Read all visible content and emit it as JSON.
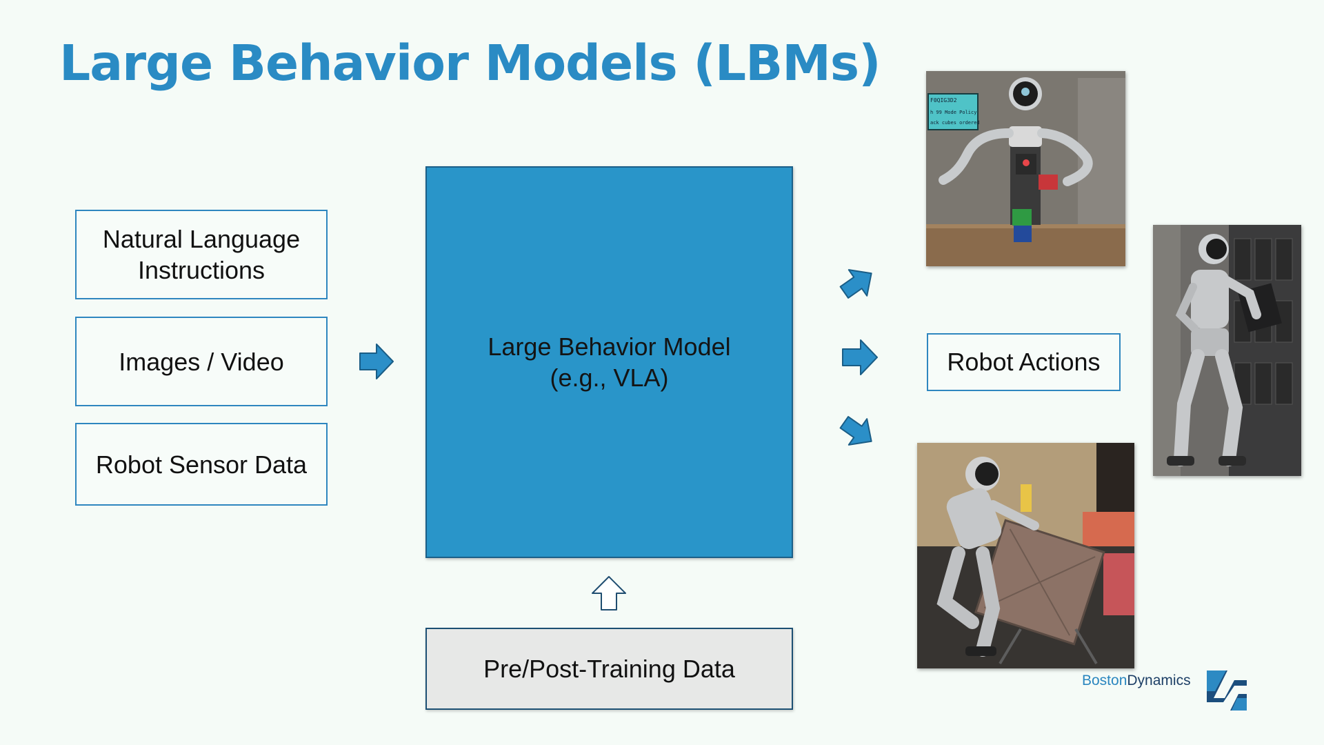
{
  "slide": {
    "title": "Large Behavior Models (LBMs)",
    "inputs": [
      {
        "line1": "Natural Language",
        "line2": "Instructions"
      },
      {
        "label": "Images / Video"
      },
      {
        "label": "Robot Sensor Data"
      }
    ],
    "model": {
      "line1": "Large Behavior Model",
      "line2": "(e.g., VLA)"
    },
    "training": {
      "label": "Pre/Post-Training Data"
    },
    "output": {
      "label": "Robot Actions"
    },
    "photo_overlay": {
      "line1": "F0QIG3D2",
      "line2": "h 99  Mode Policy",
      "line3": "ack cubes ordered"
    },
    "brand": {
      "part1": "Boston",
      "part2": "Dynamics"
    },
    "colors": {
      "accent": "#2a8bc4",
      "model_fill": "#2995c9",
      "training_fill": "#e7e8e7",
      "background": "#f5fbf7"
    }
  }
}
